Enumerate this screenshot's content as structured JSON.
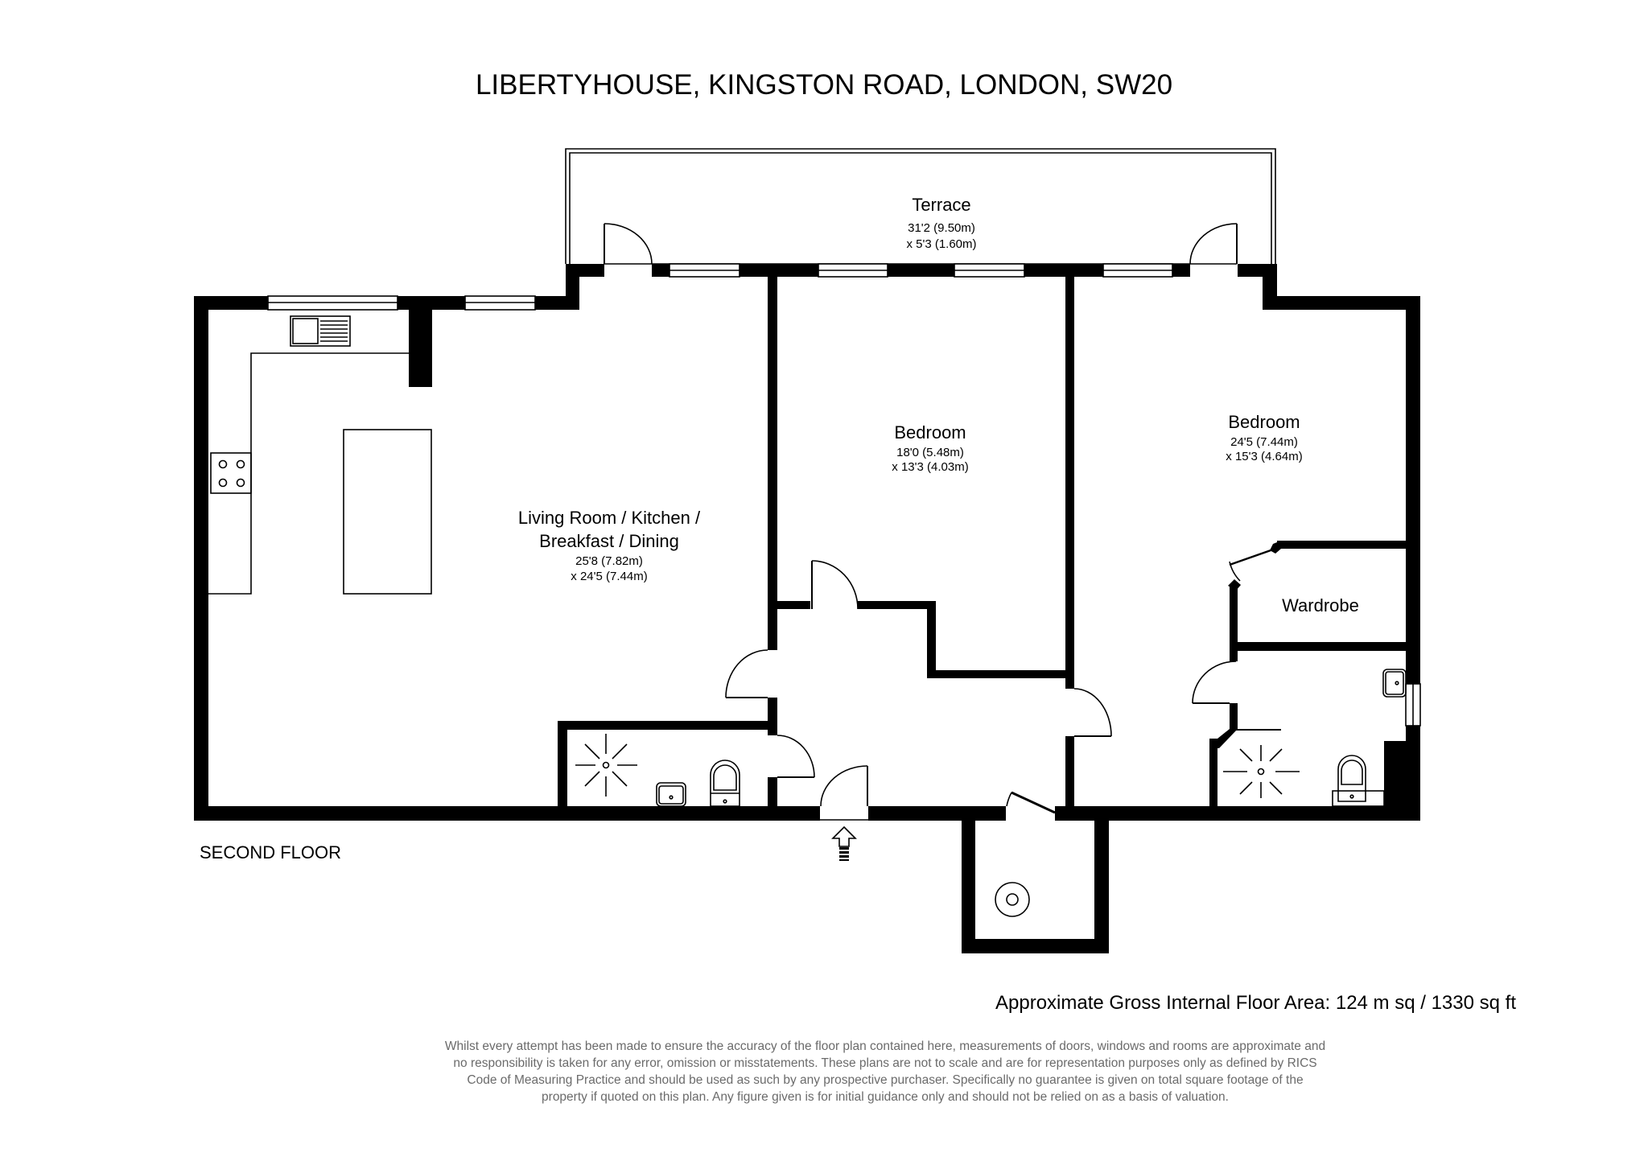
{
  "header": {
    "title": "LIBERTYHOUSE, KINGSTON ROAD, LONDON, SW20"
  },
  "floor_label": "SECOND FLOOR",
  "rooms": {
    "terrace": {
      "name": "Terrace",
      "dim1": "31'2 (9.50m)",
      "dim2": "x 5'3 (1.60m)"
    },
    "living": {
      "name_line1": "Living Room / Kitchen /",
      "name_line2": "Breakfast / Dining",
      "dim1": "25'8 (7.82m)",
      "dim2": "x 24'5 (7.44m)"
    },
    "bedroom1": {
      "name": "Bedroom",
      "dim1": "18'0 (5.48m)",
      "dim2": "x 13'3 (4.03m)"
    },
    "bedroom2": {
      "name": "Bedroom",
      "dim1": "24'5 (7.44m)",
      "dim2": "x 15'3 (4.64m)"
    },
    "wardrobe": {
      "name": "Wardrobe"
    }
  },
  "area": {
    "text": "Approximate Gross Internal Floor Area: 124 m sq / 1330 sq ft"
  },
  "disclaimer": {
    "lines": [
      "Whilst every attempt has been made to ensure the accuracy of the floor plan contained here, measurements of doors, windows and rooms are approximate and",
      "no responsibility is taken for any error, omission or misstatements. These plans are not to scale and are for representation purposes only as defined by RICS",
      "Code of Measuring Practice and should be used as such by any prospective purchaser. Specifically no guarantee is given on total square footage of the",
      "property if quoted on this plan. Any figure given is for initial guidance only and should not be relied on as a basis of valuation."
    ]
  },
  "colors": {
    "wall": "#000000",
    "background": "#ffffff",
    "disclaimer_text": "#6b6b6b"
  },
  "icons": [
    "entrance-arrow-icon",
    "sink-icon",
    "hob-icon",
    "shower-icon",
    "toilet-icon",
    "basin-icon",
    "boiler-icon",
    "door-swing-icon",
    "window-icon"
  ]
}
